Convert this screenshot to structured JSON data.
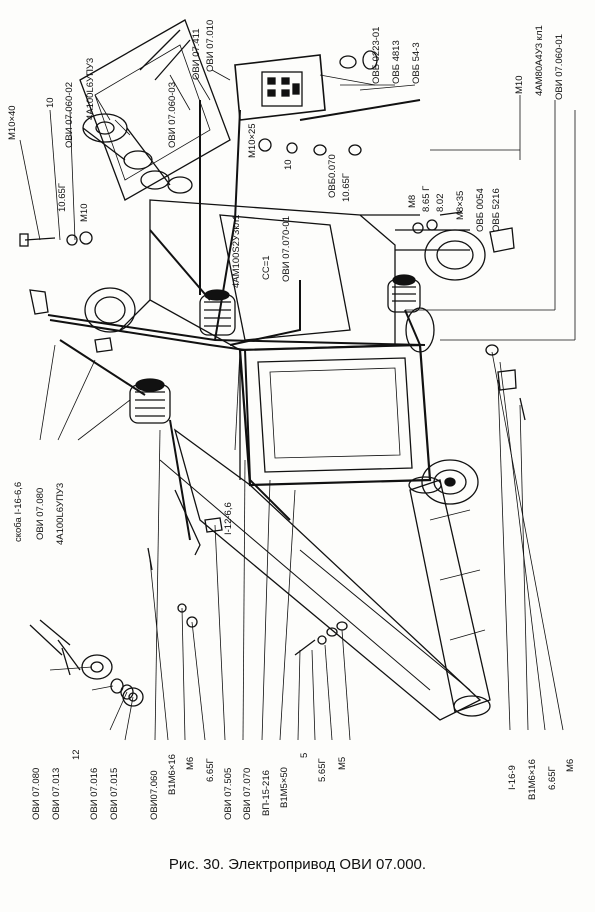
{
  "caption": "Рис. 30. Электропривод ОВИ 07.000.",
  "labels": {
    "m10x40": "М10×40",
    "n10a": "10",
    "ovi_060_02": "ОВИ 07.060-02",
    "motor_4a100l6": "4А100L6УПУ3",
    "ovi_060_03": "ОВИ 07.060-03",
    "ovi_411": "ОВИ 07.411",
    "ovi_010": "ОВИ 07.010",
    "ovb_0223_01": "ОВБ 0223-01",
    "ovb_4813": "ОВБ 4813",
    "ovb_54_3": "ОВБ 54-3",
    "m10_right": "М10",
    "motor_4am80": "4АМ80А4У3 кл1",
    "ovi_060_01": "ОВИ 07.060-01",
    "n10_65g_left": "10.65Г",
    "m10_left": "М10",
    "m10x25": "М10×25",
    "n10b": "10",
    "ovb0070": "ОВБ0.070",
    "n10_65g_mid": "10.65Г",
    "m8": "М8",
    "n8_65g": "8.65 Г",
    "n8_02": "8.02",
    "m8x35": "М8×35",
    "ovb_0054": "ОВБ 0054",
    "ovb_5216": "ОВБ 5216",
    "motor_4am100s": "4АМ100S2У3кл1",
    "cc1": "СС=1",
    "ovi_070_01": "ОВИ 07.070-01",
    "skoba": "скоба I-16-6,6",
    "ovi_080_top": "ОВИ 07.080",
    "motor_4a100l6_left": "4А100L6УПУ3",
    "i12_66": "I-12-6,6",
    "ovi_080": "ОВИ 07.080",
    "ovi_013": "ОВИ 07.013",
    "n12": "12",
    "ovi_016": "ОВИ 07.016",
    "ovi_015": "ОВИ 07.015",
    "ovi_060": "ОВИ07.060",
    "v1m6x16": "В1М6×16",
    "m6": "М6",
    "n6_65g": "6.65Г",
    "ovi_505": "ОВИ 07.505",
    "ovi_070": "ОВИ 07.070",
    "vp_15_216": "ВП-15-216",
    "v1m5x50": "В1М5×50",
    "n5": "5",
    "n5_65g": "5.65Г",
    "m5": "М5",
    "i16_9": "I-16-9",
    "v1m6x16_r": "В1М6×16",
    "n6_65g_r": "6.65Г",
    "m6_r": "М6"
  },
  "colors": {
    "ink": "#111111",
    "paper": "#fdfdfb"
  }
}
